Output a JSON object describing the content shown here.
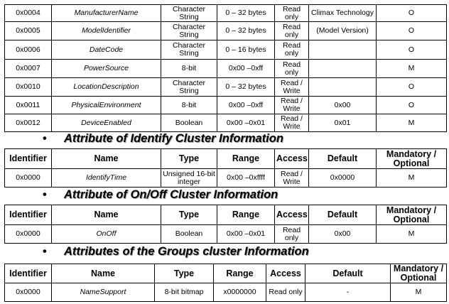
{
  "top_table": {
    "rows": [
      {
        "id": "0x0004",
        "name": "ManufacturerName",
        "type": "Character String",
        "range": "0 – 32 bytes",
        "access": "Read only",
        "default": "Climax Technology",
        "mo": "O"
      },
      {
        "id": "0x0005",
        "name": "ModelIdentifier",
        "type": "Character String",
        "range": "0 – 32 bytes",
        "access": "Read only",
        "default": "(Model Version)",
        "mo": "O"
      },
      {
        "id": "0x0006",
        "name": "DateCode",
        "type": "Character String",
        "range": "0 – 16 bytes",
        "access": "Read only",
        "default": "",
        "mo": "O"
      },
      {
        "id": "0x0007",
        "name": "PowerSource",
        "type": "8-bit",
        "range": "0x00 –0xff",
        "access": "Read only",
        "default": "",
        "mo": "M"
      },
      {
        "id": "0x0010",
        "name": "LocationDescription",
        "type": "Character String",
        "range": "0 – 32 bytes",
        "access": "Read / Write",
        "default": "",
        "mo": "O"
      },
      {
        "id": "0x0011",
        "name": "PhysicalEnvironment",
        "type": "8-bit",
        "range": "0x00 –0xff",
        "access": "Read / Write",
        "default": "0x00",
        "mo": "O"
      },
      {
        "id": "0x0012",
        "name": "DeviceEnabled",
        "type": "Boolean",
        "range": "0x00 –0x01",
        "access": "Read / Write",
        "default": "0x01",
        "mo": "M"
      }
    ]
  },
  "headers": {
    "identifier": "Identifier",
    "name": "Name",
    "type": "Type",
    "range": "Range",
    "access": "Access",
    "default": "Default",
    "mo": "Mandatory / Optional"
  },
  "sections": [
    {
      "bullet": "•",
      "title": "Attribute of Identify Cluster Information",
      "rows": [
        {
          "id": "0x0000",
          "name": "IdentifyTime",
          "type": "Unsigned 16-bit integer",
          "range": "0x00 –0xffff",
          "access": "Read / Write",
          "default": "0x0000",
          "mo": "M"
        }
      ]
    },
    {
      "bullet": "•",
      "title": "Attribute of On/Off Cluster Information",
      "rows": [
        {
          "id": "0x0000",
          "name": "OnOff",
          "type": "Boolean",
          "range": "0x00 –0x01",
          "access": "Read only",
          "default": "0x00",
          "mo": "M"
        }
      ]
    },
    {
      "bullet": "•",
      "title": "Attributes of the Groups cluster Information",
      "rows": [
        {
          "id": "0x0000",
          "name": "NameSupport",
          "type": "8-bit bitmap",
          "range": "x0000000",
          "access": "Read only",
          "default": "-",
          "mo": "M"
        }
      ]
    }
  ]
}
